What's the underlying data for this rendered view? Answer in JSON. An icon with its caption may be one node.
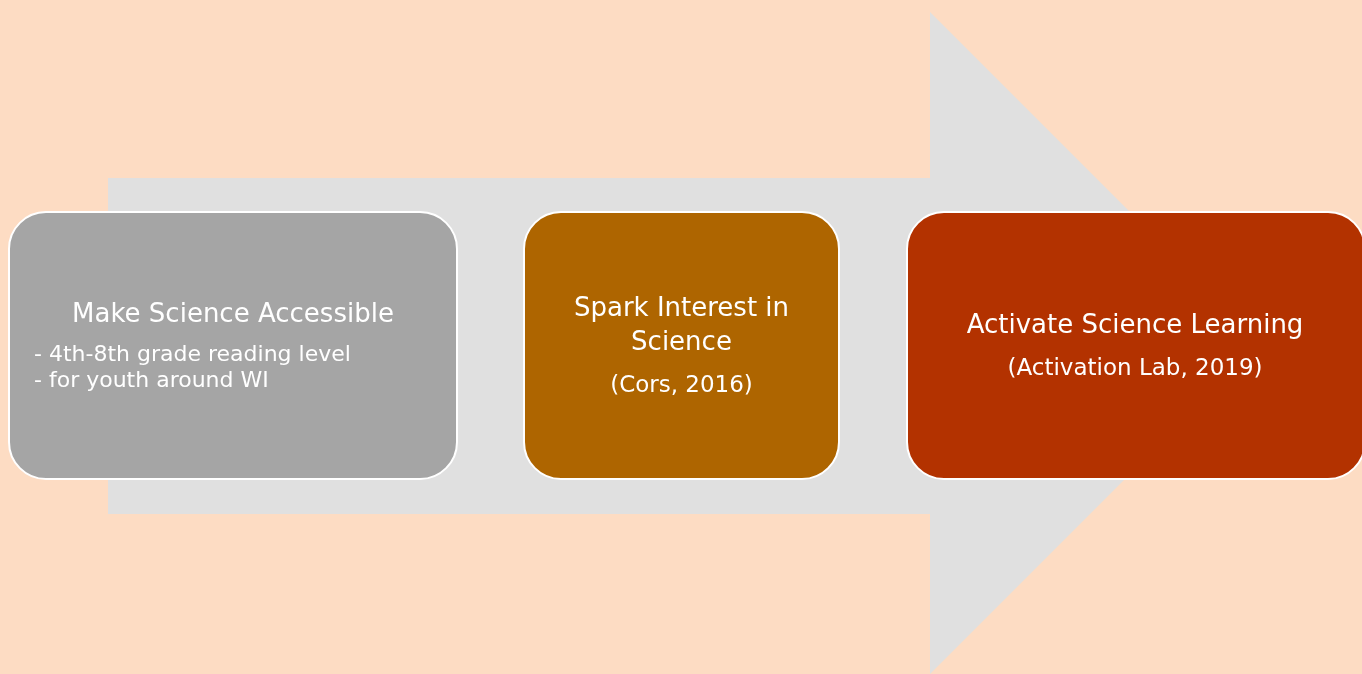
{
  "diagram": {
    "nodes": [
      {
        "text": [
          "Make Science Accessible",
          "- 4th-8th grade reading level",
          "- for youth around WI"
        ]
      },
      {
        "text": [
          "Spark Interest in Science",
          "(Cors, 2016)"
        ]
      },
      {
        "text": [
          "Activate Science Learning",
          "(Activation Lab, 2019)"
        ]
      }
    ],
    "edges": [
      {
        "from": 0,
        "to": 2,
        "arrow": "to"
      }
    ]
  }
}
